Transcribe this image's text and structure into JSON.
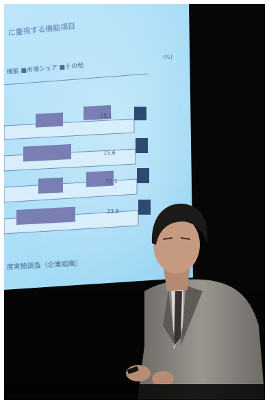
{
  "photo": {
    "slide": {
      "title": "に重視する機能項目",
      "legend": "機能 ■市場シェア ■その他",
      "unit": "(%)",
      "footer": "度実態調査（企業組織）",
      "rows": [
        {
          "bar_label": "18.1"
        },
        {
          "bar_label": "15.6"
        },
        {
          "bar_label": "32.1"
        },
        {
          "bar_label": "23.8"
        }
      ]
    },
    "speaker": {
      "description": "speaker in grey suit"
    }
  }
}
